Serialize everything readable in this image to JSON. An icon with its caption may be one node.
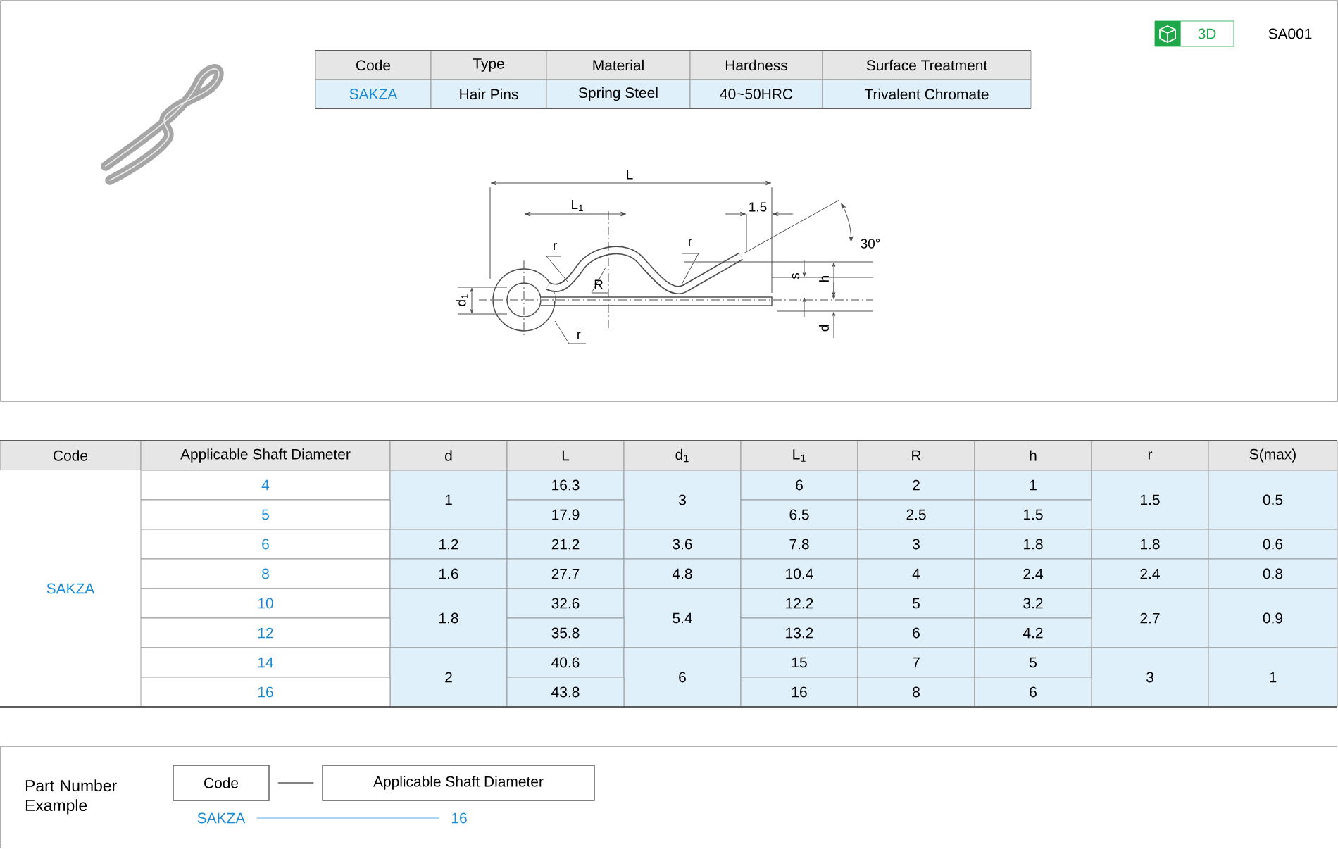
{
  "diagram": {
    "nodes": [
      {
        "text": [
          "Code"
        ]
      },
      {
        "text": [
          "Applicable Shaft Diameter"
        ]
      },
      {
        "text": [
          "SAKZA"
        ]
      },
      {
        "text": [
          "16"
        ]
      }
    ],
    "edges": [
      {
        "from": 0,
        "to": 1,
        "arrow": "none"
      },
      {
        "from": 2,
        "to": 3,
        "arrow": "none",
        "color": "#8ec8ea"
      }
    ],
    "labels": [
      "3D",
      "SA001",
      "Code",
      "Type",
      "Material",
      "Hardness",
      "Surface Treatment",
      "SAKZA",
      "Hair Pins",
      "Spring Steel",
      "40~50HRC",
      "Trivalent Chromate",
      "L",
      "L$_{1}$",
      "1.5",
      "r",
      "r",
      "R",
      "r",
      "30°",
      "s",
      "h",
      "d$_{1}$",
      "d",
      "Code",
      "Applicable Shaft Diameter",
      "d",
      "L",
      "d$_{1}$",
      "L$_{1}$",
      "R",
      "h",
      "r",
      "S(max)",
      "SAKZA",
      "4",
      "1",
      "16.3",
      "3",
      "6",
      "2",
      "1",
      "1.5",
      "0.5",
      "5",
      "17.9",
      "6.5",
      "2.5",
      "1.5",
      "6",
      "1.2",
      "21.2",
      "3.6",
      "7.8",
      "3",
      "1.8",
      "1.8",
      "0.6",
      "8",
      "1.6",
      "27.7",
      "4.8",
      "10.4",
      "4",
      "2.4",
      "2.4",
      "0.8",
      "10",
      "1.8",
      "32.6",
      "5.4",
      "12.2",
      "5",
      "3.2",
      "2.7",
      "0.9",
      "12",
      "35.8",
      "13.2",
      "6",
      "4.2",
      "14",
      "2",
      "40.6",
      "6",
      "15",
      "7",
      "5",
      "3",
      "1",
      "16",
      "43.8",
      "16",
      "8",
      "6",
      "Part Number Example"
    ]
  }
}
